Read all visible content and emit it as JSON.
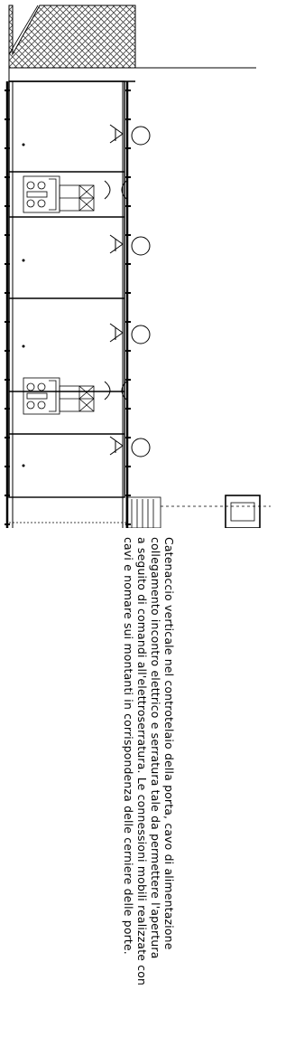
{
  "drawing": {
    "type": "architectural floor plan (rotated)",
    "hatch_area": "crosshatched courtyard",
    "note": {
      "lines": [
        "Catenaccio verticale nel controtelaio della porta, cavo di alimentazione",
        "collegamento incontro elettrico e serratura tale da permettere l'apertura",
        "a seguito di comandi all'elettroserratura. Le connessioni mobili realizzate con",
        "cavi e nomare sui montanti in corrispondenza delle cerniere delle porte.",
        ""
      ]
    },
    "colors": {
      "line": "#000000",
      "background": "#ffffff",
      "hatch": "#444444"
    }
  }
}
